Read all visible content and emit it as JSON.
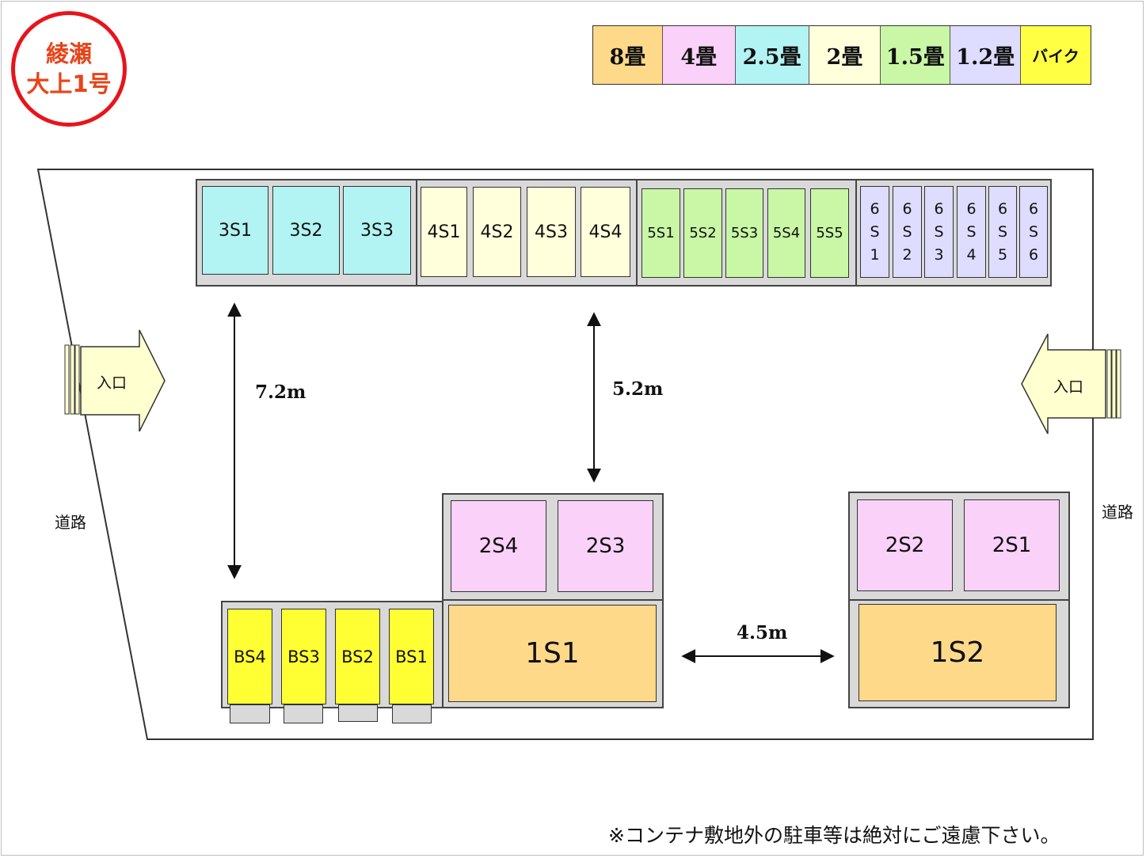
{
  "stamp": {
    "line1": "綾瀬",
    "line2": "大上1号"
  },
  "legend": [
    {
      "label": "8畳",
      "color": "#ffd98a"
    },
    {
      "label": "4畳",
      "color": "#f9d1f9"
    },
    {
      "label": "2.5畳",
      "color": "#b2f3f3"
    },
    {
      "label": "2畳",
      "color": "#ffffdb"
    },
    {
      "label": "1.5畳",
      "color": "#c9f7a6"
    },
    {
      "label": "1.2畳",
      "color": "#dedcff"
    },
    {
      "label": "バイク",
      "color": "#ffff44"
    }
  ],
  "units": {
    "s3": [
      "3S1",
      "3S2",
      "3S3"
    ],
    "s4": [
      "4S1",
      "4S2",
      "4S3",
      "4S4"
    ],
    "s5": [
      "5S1",
      "5S2",
      "5S3",
      "5S4",
      "5S5"
    ],
    "s6": [
      "6\nS\n1",
      "6\nS\n2",
      "6\nS\n3",
      "6\nS\n4",
      "6\nS\n5",
      "6\nS\n6"
    ],
    "s2_middle": [
      "2S4",
      "2S3"
    ],
    "s2_right": [
      "2S2",
      "2S1"
    ],
    "s1": [
      "1S1",
      "1S2"
    ],
    "bike": [
      "BS4",
      "BS3",
      "BS2",
      "BS1"
    ]
  },
  "dimensions": {
    "left_gap": "7.2m",
    "middle_gap": "5.2m",
    "bottom_gap": "4.5m"
  },
  "entrance": {
    "left": "入口",
    "right": "入口"
  },
  "road": {
    "left": "道路",
    "right": "道路"
  },
  "note": "※コンテナ敷地外の駐車等は絶対にご遠慮下さい。"
}
